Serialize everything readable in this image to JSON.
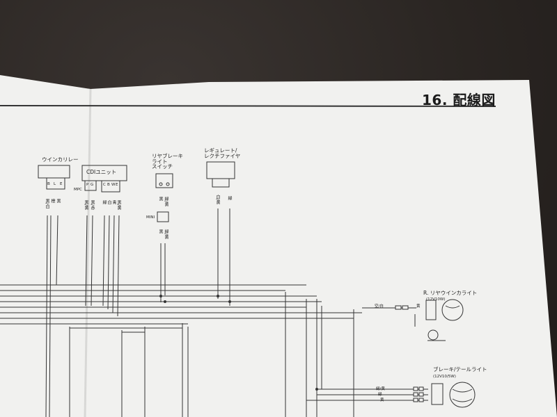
{
  "document": {
    "section_title": "16. 配線図"
  },
  "components": {
    "winker_relay": {
      "label": "ウインカリレー",
      "terminals": [
        "B",
        "L",
        "E"
      ],
      "wires": [
        "黒/白",
        "橙",
        "黒"
      ]
    },
    "cdi_unit": {
      "label": "CDIユニット",
      "terminals": [
        "C",
        "B",
        "W",
        "E",
        "P",
        "G"
      ],
      "wires": [
        "黒/黄",
        "黒/赤",
        "緑",
        "白",
        "青",
        "黒/黄"
      ],
      "connector_note": "MPC"
    },
    "rear_brake_switch": {
      "label": "リヤブレーキ\nライト\nスイッチ",
      "wires": [
        "黒",
        "緑/黄"
      ],
      "connector_note": "MINI"
    },
    "regulator": {
      "label": "レギュレート/\nレクチファイヤ",
      "wires": [
        "白/黄",
        "緑"
      ]
    },
    "r_rear_winker": {
      "label": "R. リヤウインカライト",
      "rating": "(12V10W)",
      "wire_in": "空/白",
      "wire_out": "黄"
    },
    "brake_tail_light": {
      "label": "ブレーキ/テールライト",
      "rating": "(12V10/5W)",
      "wires": [
        "緑/黄",
        "緑",
        "黄"
      ]
    }
  }
}
